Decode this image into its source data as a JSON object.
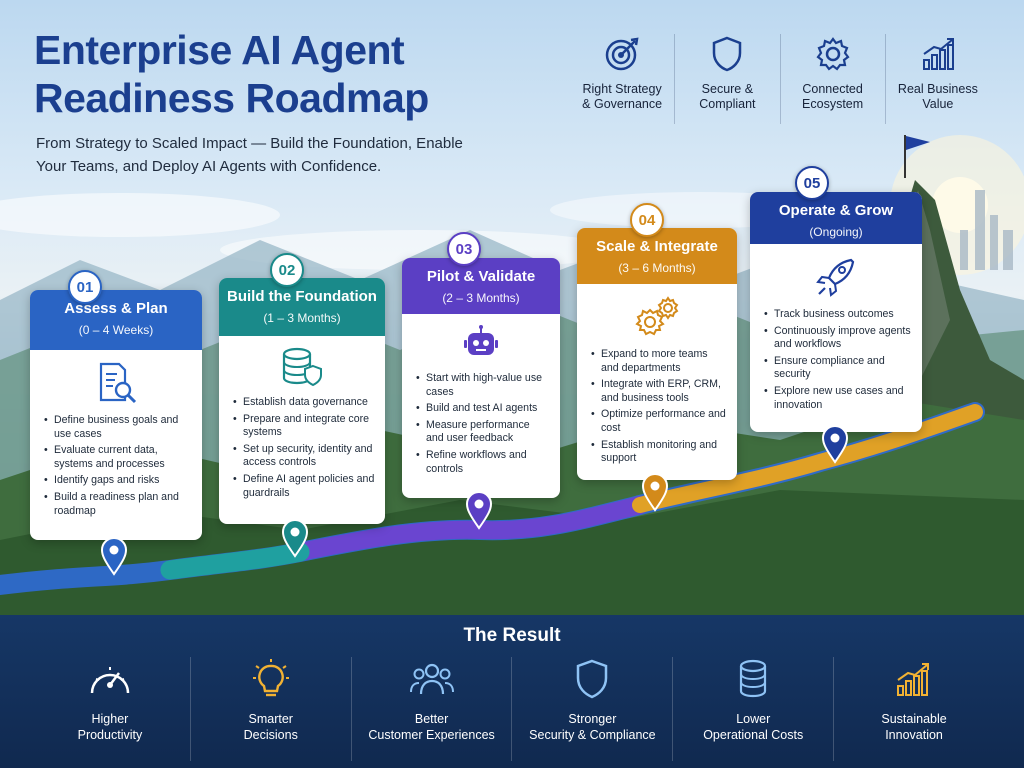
{
  "header": {
    "title_line1": "Enterprise AI Agent",
    "title_line2": "Readiness Roadmap",
    "subtitle": "From Strategy to Scaled Impact — Build the Foundation, Enable Your Teams, and Deploy AI Agents with Confidence."
  },
  "pillars": [
    {
      "icon": "target-icon",
      "label": "Right Strategy\n& Governance"
    },
    {
      "icon": "shield-icon",
      "label": "Secure &\nCompliant"
    },
    {
      "icon": "gear-icon",
      "label": "Connected\nEcosystem"
    },
    {
      "icon": "growth-chart-icon",
      "label": "Real Business\nValue"
    }
  ],
  "stages": [
    {
      "number": "01",
      "name": "Assess & Plan",
      "duration": "(0 – 4 Weeks)",
      "color": "#2a64c4",
      "icon": "document-search-icon",
      "items": [
        "Define business goals and use cases",
        "Evaluate current data, systems and processes",
        "Identify gaps and risks",
        "Build a readiness plan and roadmap"
      ]
    },
    {
      "number": "02",
      "name": "Build the Foundation",
      "duration": "(1 – 3 Months)",
      "color": "#1a8a8a",
      "icon": "database-shield-icon",
      "items": [
        "Establish data governance",
        "Prepare and integrate core systems",
        "Set up security, identity and access controls",
        "Define AI agent policies and guardrails"
      ]
    },
    {
      "number": "03",
      "name": "Pilot & Validate",
      "duration": "(2 – 3 Months)",
      "color": "#5b3fc4",
      "icon": "robot-icon",
      "items": [
        "Start with high-value use cases",
        "Build and test AI agents",
        "Measure performance and user feedback",
        "Refine workflows and controls"
      ]
    },
    {
      "number": "04",
      "name": "Scale & Integrate",
      "duration": "(3 – 6 Months)",
      "color": "#d38a1a",
      "icon": "gears-icon",
      "items": [
        "Expand to more teams and departments",
        "Integrate with ERP, CRM, and business tools",
        "Optimize performance and cost",
        "Establish monitoring and support"
      ]
    },
    {
      "number": "05",
      "name": "Operate & Grow",
      "duration": "(Ongoing)",
      "color": "#1f3f9e",
      "icon": "rocket-icon",
      "items": [
        "Track business outcomes",
        "Continuously improve agents and workflows",
        "Ensure compliance and security",
        "Explore new use cases and innovation"
      ]
    }
  ],
  "result": {
    "title": "The Result",
    "items": [
      {
        "icon": "speedometer-icon",
        "label": "Higher\nProductivity",
        "color": "#ffffff"
      },
      {
        "icon": "lightbulb-icon",
        "label": "Smarter\nDecisions",
        "color": "#f2b233"
      },
      {
        "icon": "people-icon",
        "label": "Better\nCustomer Experiences",
        "color": "#8fc3f5"
      },
      {
        "icon": "shield-icon",
        "label": "Stronger\nSecurity & Compliance",
        "color": "#8fc3f5"
      },
      {
        "icon": "database-icon",
        "label": "Lower\nOperational Costs",
        "color": "#8fc3f5"
      },
      {
        "icon": "growth-chart-icon",
        "label": "Sustainable\nInnovation",
        "color": "#f2b233"
      }
    ]
  }
}
